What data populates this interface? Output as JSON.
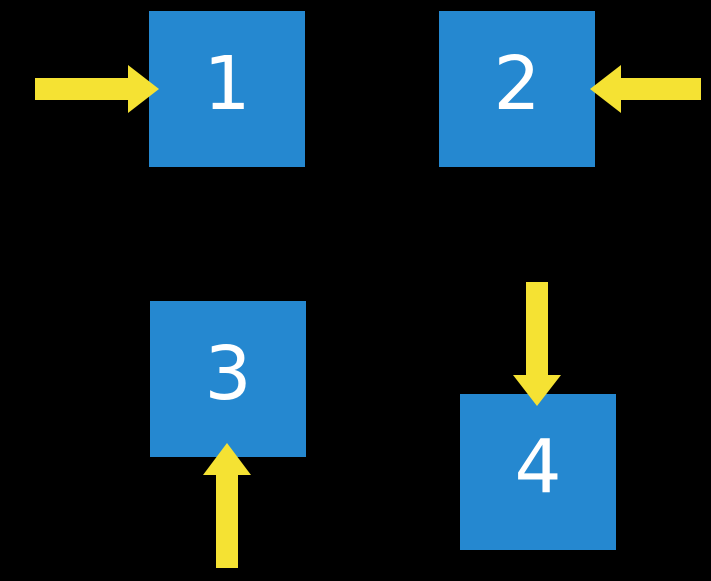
{
  "colors": {
    "background": "#000000",
    "square": "#2588D0",
    "arrow": "#F5E233",
    "label": "#FFFFFF"
  },
  "boxes": [
    {
      "label": "1",
      "arrow_direction": "right",
      "arrow_enters": "left-side"
    },
    {
      "label": "2",
      "arrow_direction": "left",
      "arrow_enters": "right-side"
    },
    {
      "label": "3",
      "arrow_direction": "up",
      "arrow_enters": "bottom-side"
    },
    {
      "label": "4",
      "arrow_direction": "down",
      "arrow_enters": "top-side"
    }
  ]
}
